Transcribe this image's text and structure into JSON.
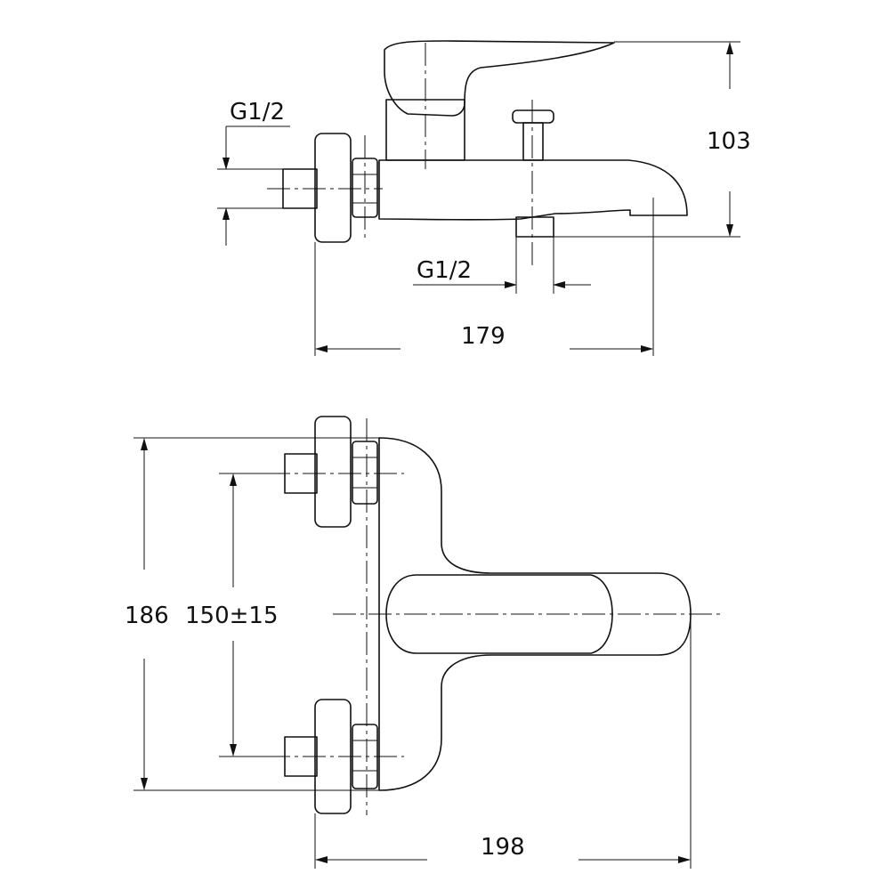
{
  "dimensions": {
    "top_thread": "G1/2",
    "bottom_thread": "G1/2",
    "height_side_view": "103",
    "length_side_view": "179",
    "total_height_top_view": "186",
    "center_distance": "150±15",
    "length_top_view": "198"
  }
}
